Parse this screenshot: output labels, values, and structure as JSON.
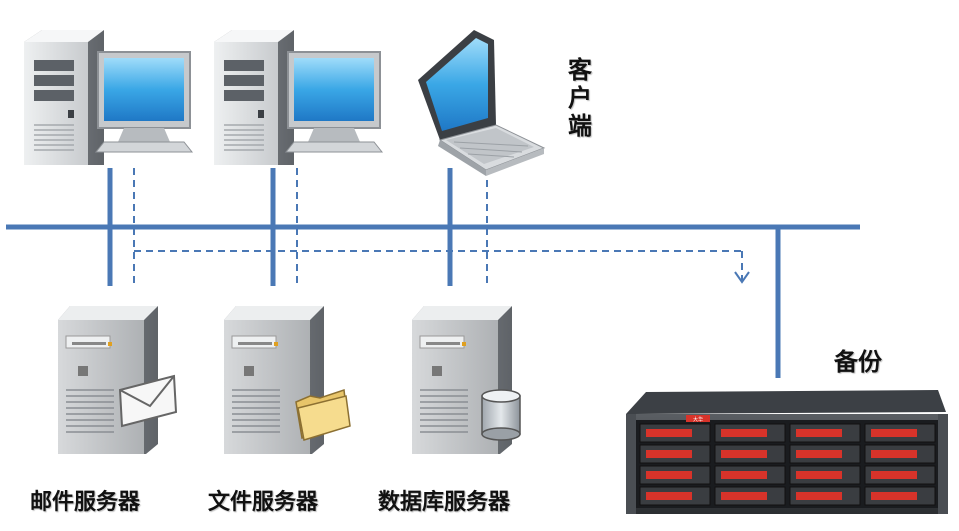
{
  "labels": {
    "client": "客户端",
    "backup": "备份",
    "mail_server": "邮件服务器",
    "file_server": "文件服务器",
    "db_server": "数据库服务器",
    "backup_brand": "大华"
  },
  "colors": {
    "network_line": "#4a78b5",
    "dashed_line": "#4a78b5",
    "screen_blue": "#3aa0e0",
    "case_gray": "#d8dadc",
    "drive_red": "#d8332a"
  }
}
